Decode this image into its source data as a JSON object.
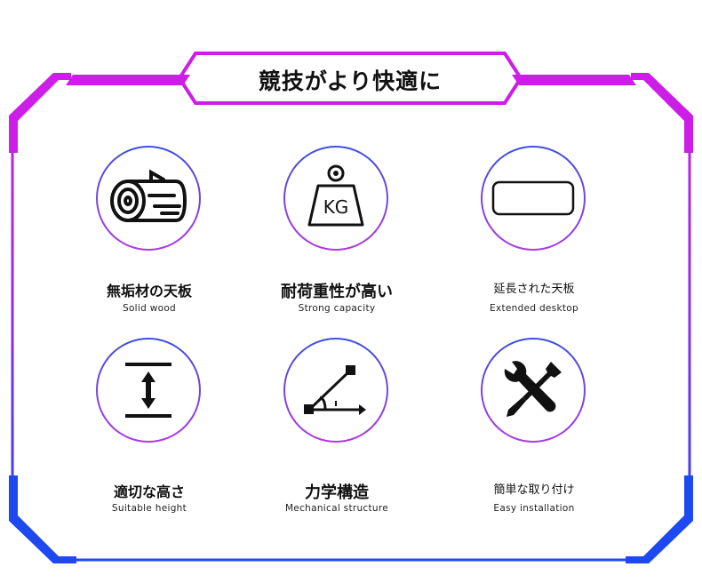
{
  "title": "競技がより快適に",
  "colors": {
    "frame_top": "#cc1ee6",
    "frame_bottom": "#1e48f0",
    "circle_top": "#3d4fe0",
    "circle_bottom": "#b038e6"
  },
  "features": [
    {
      "icon": "log-icon",
      "jp": "無垢材の天板",
      "en": "Solid wood"
    },
    {
      "icon": "kg-weight-icon",
      "jp": "耐荷重性が高い",
      "en": "Strong capacity"
    },
    {
      "icon": "rectangle-desktop-icon",
      "jp": "延長された天板",
      "en": "Extended desktop"
    },
    {
      "icon": "height-arrow-icon",
      "jp": "適切な高さ",
      "en": "Suitable height"
    },
    {
      "icon": "angle-structure-icon",
      "jp": "力学構造",
      "en": "Mechanical structure"
    },
    {
      "icon": "wrench-screwdriver-icon",
      "jp": "簡単な取り付け",
      "en": "Easy installation"
    }
  ]
}
